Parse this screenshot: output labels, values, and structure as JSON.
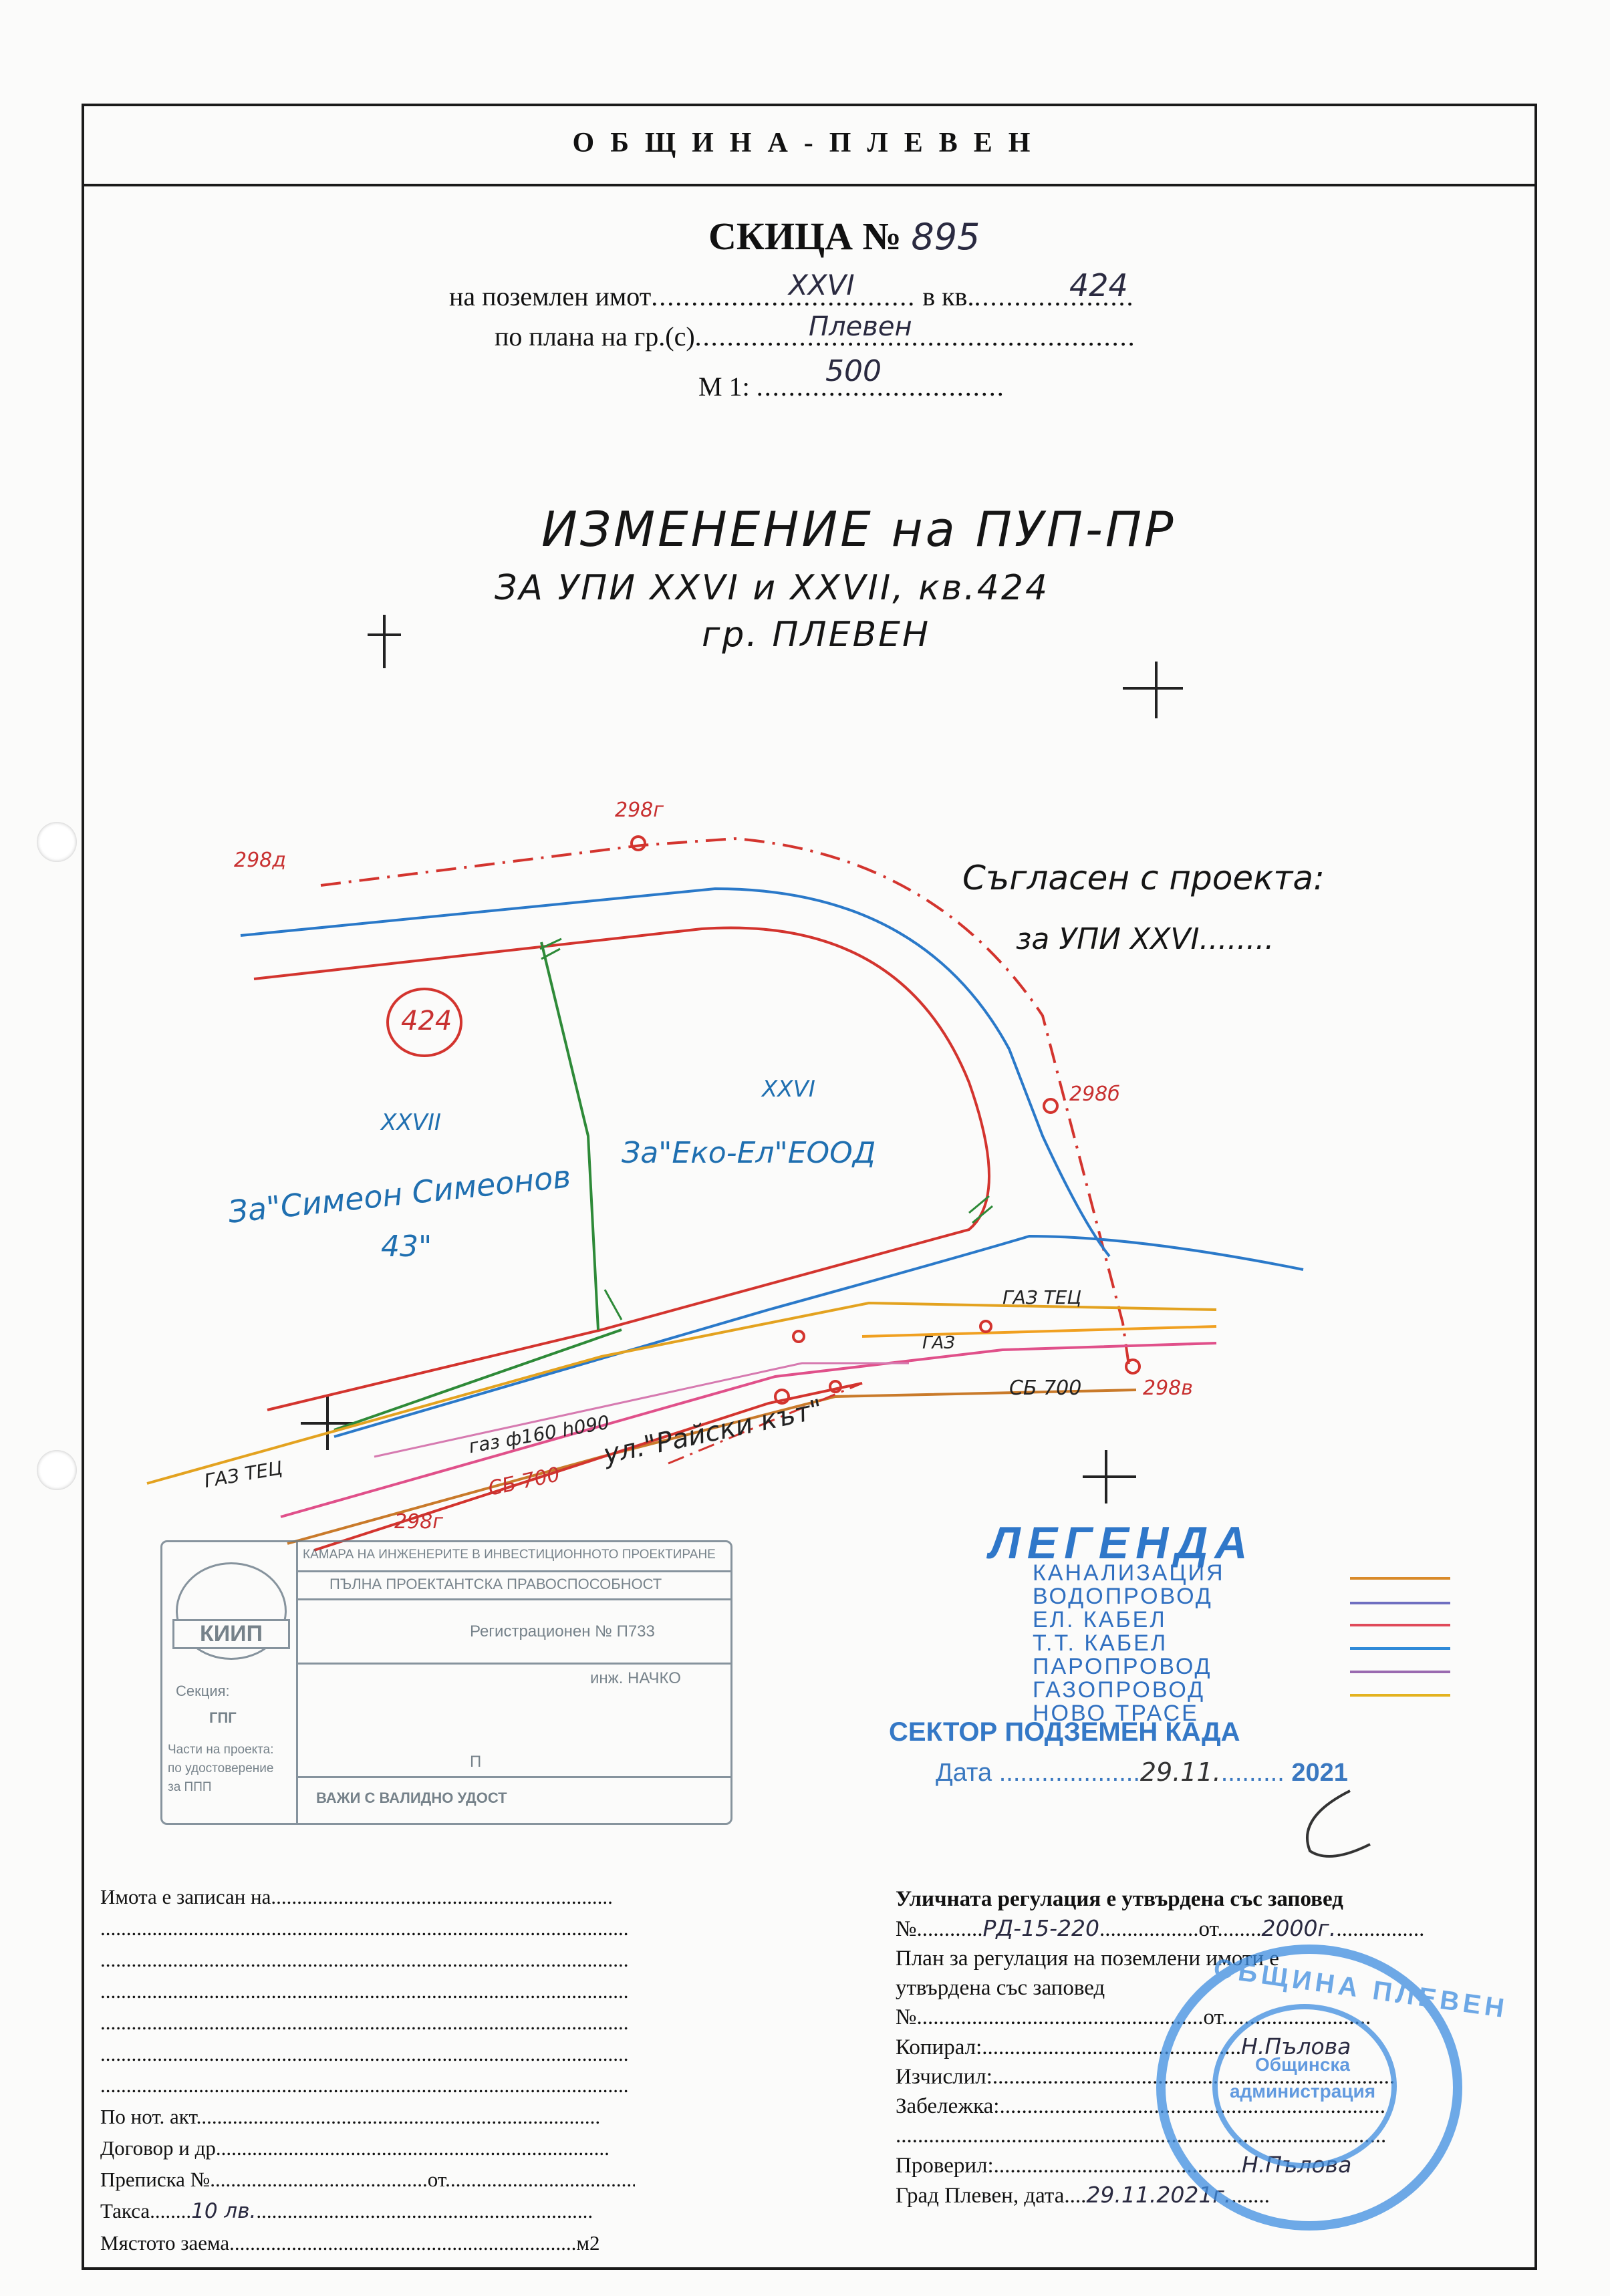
{
  "header": {
    "municipality": "ОБЩИНА-ПЛЕВЕН"
  },
  "title": {
    "label": "СКИЦА №",
    "number": "895"
  },
  "property": {
    "lot_label": "на поземлен имот",
    "lot_dots": ".................................",
    "lot_value": "XXVI",
    "block_label": "в кв.",
    "block_dots": "....................",
    "block_value": "424",
    "plan_label": "по плана на гр.(с)",
    "plan_dots": ".......................................................",
    "plan_value": "Плевен",
    "scale_label": "М 1:",
    "scale_dots": "...............................",
    "scale_value": "500"
  },
  "heading": {
    "line1": "ИЗМЕНЕНИЕ на ПУП-ПР",
    "line2": "ЗА УПИ XXVI и XXVII, кв.424",
    "line3": "гр. ПЛЕВЕН"
  },
  "agreement": {
    "line1": "Съгласен с проекта:",
    "line2": "за УПИ XXVI........"
  },
  "map": {
    "block_number": "424",
    "lot_xxvii": "XXVII",
    "lot_xxvi": "XXVI",
    "owner_xxvii_line1": "За\"Симеон Симеонов",
    "owner_xxvii_line2": "43\"",
    "owner_xxvi": "За\"Еко-Ел\"ЕООД",
    "pt_298d": "298д",
    "pt_298g": "298г",
    "pt_298b": "298б",
    "pt_298v": "298в",
    "pt_298g2": "298г",
    "gas_ten_right": "ГАЗ ТЕЦ",
    "gas_ten_left": "ГАЗ ТЕЦ",
    "gas_label": "ГАЗ",
    "gas_pipe": "газ ф160 h090",
    "sb700_left": "СБ 700",
    "sb700_right": "СБ 700",
    "street": "ул.\"Райски кът\""
  },
  "stamp": {
    "org_line1": "КАМАРА НА ИНЖЕНЕРИТЕ В ИНВЕСТИЦИОННОТО ПРОЕКТИРАНЕ",
    "org_line2": "ПЪЛНА ПРОЕКТАНТСКА ПРАВОСПОСОБНОСТ",
    "reg": "Регистрационен № П733",
    "engineer": "инж. НАЧКО",
    "logo": "КИИП",
    "section_label": "Секция:",
    "section_value": "ГПГ",
    "parts_line1": "Части на проекта:",
    "parts_line2": "по удостоверение",
    "parts_line3": "за ППП",
    "valid": "ВАЖИ С ВАЛИДНО УДОСТ",
    "p_letter": "П"
  },
  "legend": {
    "title": "ЛЕГЕНДА",
    "items": [
      {
        "label": "КАНАЛИЗАЦИЯ",
        "color": "#d98a2a"
      },
      {
        "label": "ВОДОПРОВОД",
        "color": "#6f6fc0"
      },
      {
        "label": "ЕЛ. КАБЕЛ",
        "color": "#e04a5a"
      },
      {
        "label": "Т.Т. КАБЕЛ",
        "color": "#2f8ad8"
      },
      {
        "label": "ПАРОПРОВОД",
        "color": "#9a6ab0"
      },
      {
        "label": "ГАЗОПРОВОД",
        "color": "#e3b21f"
      },
      {
        "label": "НОВО ТРАСЕ",
        "color": "#ffffff"
      }
    ],
    "sector": "СЕКТОР ПОДЗЕМЕН КАДА",
    "date_label": "Дата",
    "date_dots": "....................",
    "date_value": "29.11.",
    "date_dots2": ".........",
    "date_year": "2021"
  },
  "bottom_left": {
    "registered_to": "Имота е записан на",
    "notary_act": "По нот. акт",
    "contract": "Договор и др.",
    "transcript": "Преписка №",
    "transcript_from": "от",
    "fee": "Такса",
    "fee_value": "10 лв.",
    "area": "Мястото заема",
    "area_unit": "м2"
  },
  "bottom_right": {
    "street_reg": "Уличната регулация е утвърдена със заповед",
    "no_label": "№",
    "order_no": "РД-15-220",
    "from_label": "от",
    "order_year": "2000г.",
    "plan_line1": "План за регулация на поземлени имоти е",
    "plan_line2": "утвърдена със заповед",
    "no_label2": "№",
    "from_label2": "от",
    "copied": "Копирал:",
    "copied_by": "Н.Пълова",
    "computed": "Изчислил:",
    "note": "Забележка:",
    "checked": "Проверил:",
    "checked_by": "Н.Пълова",
    "city_date": "Град Плевен, дата",
    "date_value": "29.11.2021г."
  },
  "seal": {
    "ring_top": "ОБЩИНА ПЛЕВЕН",
    "center_line1": "Общинска",
    "center_line2": "администрация"
  }
}
